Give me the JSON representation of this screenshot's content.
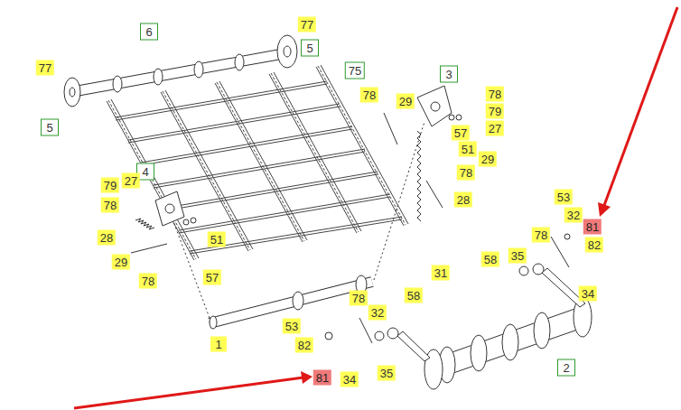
{
  "diagram": {
    "labels": [
      "6",
      "77",
      "5",
      "77",
      "75",
      "3",
      "78",
      "78",
      "29",
      "79",
      "5",
      "27",
      "57",
      "51",
      "29",
      "4",
      "78",
      "27",
      "79",
      "53",
      "28",
      "78",
      "32",
      "81",
      "78",
      "28",
      "51",
      "82",
      "35",
      "58",
      "29",
      "31",
      "57",
      "78",
      "34",
      "58",
      "78",
      "32",
      "53",
      "1",
      "82",
      "2",
      "35",
      "81",
      "34"
    ]
  }
}
